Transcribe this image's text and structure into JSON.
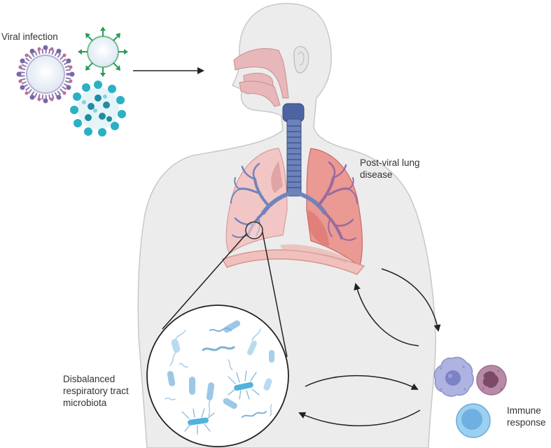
{
  "labels": {
    "viral_infection": "Viral infection",
    "post_viral": "Post-viral lung\ndisease",
    "microbiota": "Disbalanced\nrespiratory tract\nmicrobiota",
    "immune": "Immune\nresponse"
  },
  "colors": {
    "body_fill": "#ececec",
    "body_stroke": "#c8c8c8",
    "airway_pink": "#e7b7b9",
    "lung_left": "#f2c6c4",
    "lung_right": "#ea8f8b",
    "diaphragm": "#eeb4b0",
    "bronchi_blue": "#6d7fb5",
    "trachea_blue": "#5a6fa6",
    "virus_purple": "#8a7ab0",
    "virus_green": "#2a9a5a",
    "virus_teal": "#2bb0c4",
    "bacteria_blue": "#9cc8e6",
    "immune_lilac": "#a9a9db",
    "immune_mauve": "#b48aa4",
    "immune_blue": "#8cc4ec",
    "arrow": "#222222"
  },
  "icons": [
    "virus-purple-icon",
    "virus-green-icon",
    "virus-teal-icon",
    "bacteria-icon",
    "macrophage-icon",
    "neutrophil-icon",
    "lymphocyte-icon"
  ]
}
